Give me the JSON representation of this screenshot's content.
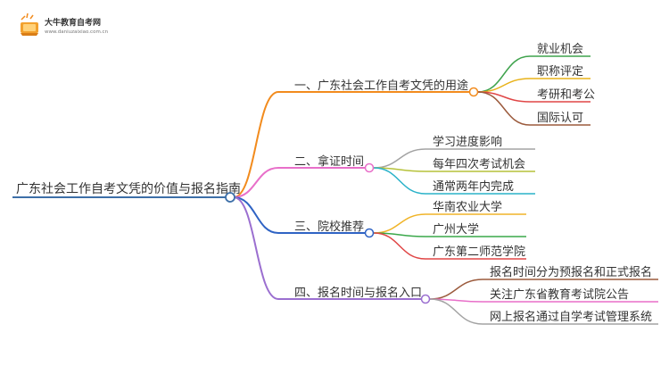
{
  "logo": {
    "name": "大牛教育自考网",
    "url": "www.daniuzaixiao.com.cn"
  },
  "root": {
    "label": "广东社会工作自考文凭的价值与报名指南",
    "color": "#3d6fa8"
  },
  "branches": [
    {
      "label": "一、广东社会工作自考文凭的用途",
      "color": "#f28b1d",
      "children": [
        {
          "label": "就业机会",
          "color": "#3fa34d"
        },
        {
          "label": "职称评定",
          "color": "#e8b219"
        },
        {
          "label": "考研和考公",
          "color": "#e04646"
        },
        {
          "label": "国际认可",
          "color": "#9b5a3c"
        }
      ]
    },
    {
      "label": "二、拿证时间",
      "color": "#e86fc9",
      "children": [
        {
          "label": "学习进度影响",
          "color": "#a3a3a3"
        },
        {
          "label": "每年四次考试机会",
          "color": "#b6c23a"
        },
        {
          "label": "通常两年内完成",
          "color": "#2ab2c9"
        }
      ]
    },
    {
      "label": "三、院校推荐",
      "color": "#2f63c4",
      "children": [
        {
          "label": "华南农业大学",
          "color": "#f0b428"
        },
        {
          "label": "广州大学",
          "color": "#3aa84a"
        },
        {
          "label": "广东第二师范学院",
          "color": "#e04646"
        }
      ]
    },
    {
      "label": "四、报名时间与报名入口",
      "color": "#9b6fd0",
      "children": [
        {
          "label": "报名时间分为预报名和正式报名",
          "color": "#9b5a3c"
        },
        {
          "label": "关注广东省教育考试院公告",
          "color": "#e86fc9"
        },
        {
          "label": "网上报名通过自学考试管理系统",
          "color": "#a3a3a3"
        }
      ]
    }
  ]
}
